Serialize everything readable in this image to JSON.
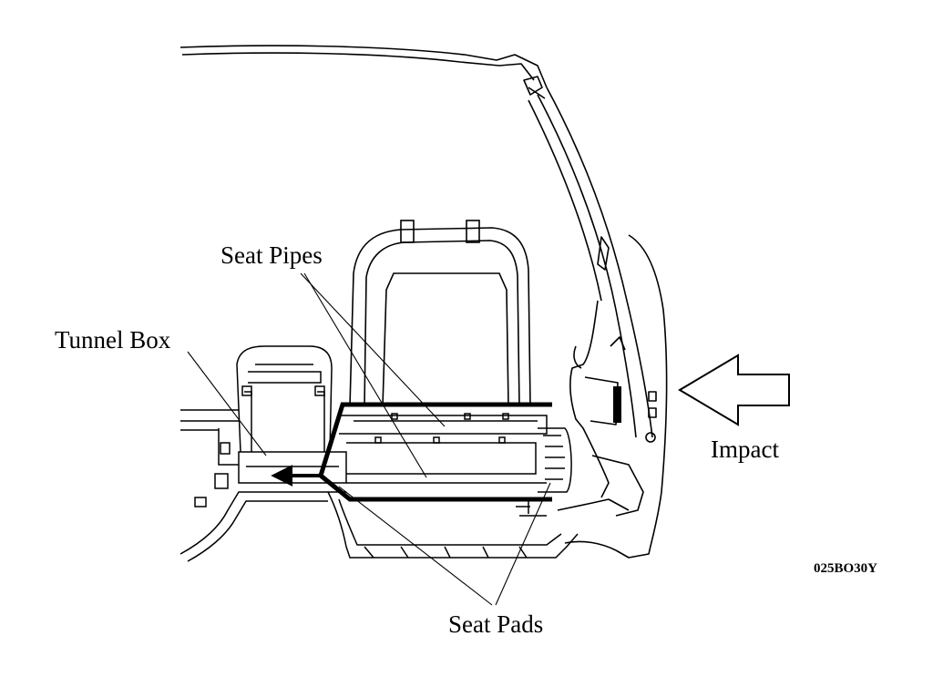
{
  "labels": {
    "seat_pipes": "Seat Pipes",
    "tunnel_box": "Tunnel Box",
    "impact": "Impact",
    "seat_pads": "Seat Pads",
    "figure_code": "025BO30Y"
  },
  "colors": {
    "line": "#000000",
    "background": "#ffffff"
  },
  "icons": {
    "impact_arrow": "hollow-arrow-left-icon",
    "load_path_arrow": "solid-arrow-left-icon"
  }
}
